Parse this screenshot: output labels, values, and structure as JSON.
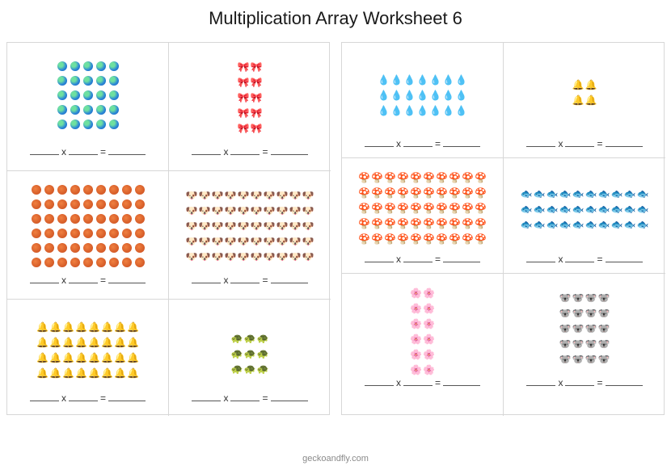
{
  "title": "Multiplication Array Worksheet 6",
  "footer": "geckoandfly.com",
  "equation": {
    "times": "x",
    "equals": "="
  },
  "left_panel": [
    {
      "item": "globe",
      "glyph": "",
      "rows": 5,
      "cols": 5
    },
    {
      "item": "bow",
      "glyph": "🎀",
      "rows": 5,
      "cols": 2
    },
    {
      "item": "basketball",
      "glyph": "",
      "rows": 6,
      "cols": 9
    },
    {
      "item": "dog-face",
      "glyph": "🐶",
      "rows": 5,
      "cols": 10
    },
    {
      "item": "bell",
      "glyph": "🔔",
      "rows": 4,
      "cols": 8
    },
    {
      "item": "turtle",
      "glyph": "🐢",
      "rows": 3,
      "cols": 3
    }
  ],
  "right_panel": [
    {
      "item": "droplet",
      "glyph": "💧",
      "rows": 3,
      "cols": 7
    },
    {
      "item": "bell",
      "glyph": "🔔",
      "rows": 2,
      "cols": 2
    },
    {
      "item": "mushroom",
      "glyph": "🍄",
      "rows": 5,
      "cols": 10
    },
    {
      "item": "fish",
      "glyph": "🐟",
      "rows": 3,
      "cols": 10
    },
    {
      "item": "flower",
      "glyph": "🌸",
      "rows": 6,
      "cols": 2
    },
    {
      "item": "koala",
      "glyph": "🐨",
      "rows": 5,
      "cols": 4
    }
  ]
}
